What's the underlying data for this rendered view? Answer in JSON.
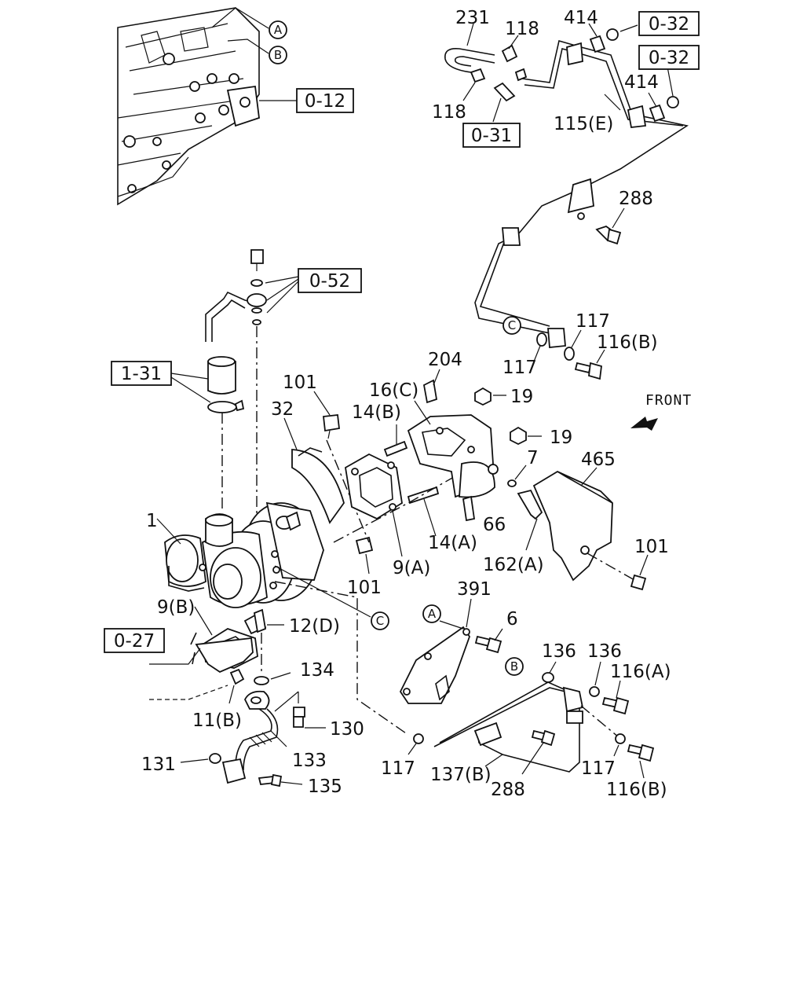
{
  "diagram": {
    "front_label": "FRONT",
    "callouts": {
      "A": "A",
      "B": "B",
      "C": "C"
    },
    "refs": {
      "r0_12": "0-12",
      "r0_32a": "0-32",
      "r0_32b": "0-32",
      "r0_31": "0-31",
      "r0_52": "0-52",
      "r1_31": "1-31",
      "r0_27": "0-27"
    },
    "labels": {
      "p231": "231",
      "p118a": "118",
      "p118b": "118",
      "p414a": "414",
      "p414b": "414",
      "p115e": "115(E)",
      "p288a": "288",
      "p117a": "117",
      "p117b": "117",
      "p116b_a": "116(B)",
      "p204": "204",
      "p16c": "16(C)",
      "p19a": "19",
      "p19b": "19",
      "p101a": "101",
      "p32": "32",
      "p14b": "14(B)",
      "p7": "7",
      "p465": "465",
      "p1": "1",
      "p66": "66",
      "p14a": "14(A)",
      "p101b": "101",
      "p9a": "9(A)",
      "p162a": "162(A)",
      "p101c": "101",
      "p391": "391",
      "p9b": "9(B)",
      "p12d": "12(D)",
      "p6": "6",
      "p134": "134",
      "p136a": "136",
      "p136b": "136",
      "p116a": "116(A)",
      "p11b": "11(B)",
      "p130": "130",
      "p133": "133",
      "p131": "131",
      "p135": "135",
      "p117c": "117",
      "p137b": "137(B)",
      "p288b": "288",
      "p117d": "117",
      "p116b_b": "116(B)"
    }
  }
}
